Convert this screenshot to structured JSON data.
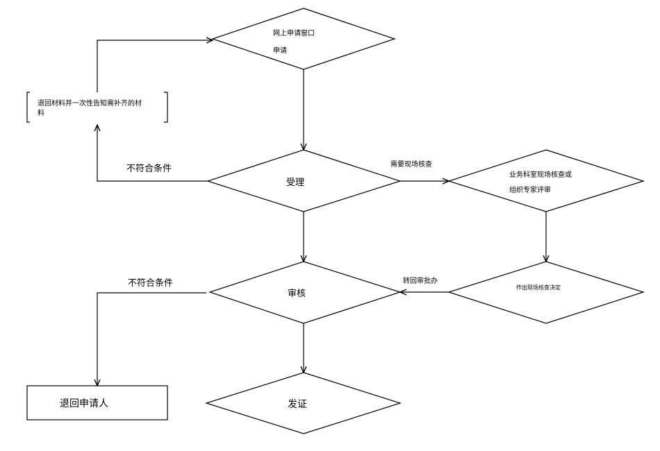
{
  "nodes": {
    "online_apply": {
      "line1": "网上申请窗口",
      "line2": "申请"
    },
    "return_materials": {
      "line1": "退回材料并一次性告知需补齐的材",
      "line2": "料"
    },
    "accept": {
      "label": "受理"
    },
    "field_check": {
      "line1": "业务科室现场核查或",
      "line2": "组织专家评审"
    },
    "review": {
      "label": "审核"
    },
    "field_decision": {
      "label": "作出现场核查决定"
    },
    "return_applicant": {
      "label": "退回申请人"
    },
    "issue": {
      "label": "发证"
    }
  },
  "edges": {
    "not_qualified_1": "不符合条件",
    "need_field_check": "需要现场核查",
    "back_to_review": "转回审批办",
    "not_qualified_2": "不符合条件"
  }
}
